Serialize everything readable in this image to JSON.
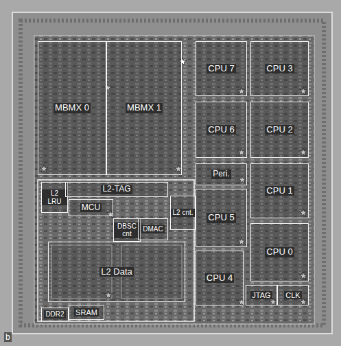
{
  "diagram": {
    "nodes": [
      {
        "text": [
          "MBMX 0"
        ]
      },
      {
        "text": [
          "MBMX 1"
        ]
      },
      {
        "text": [
          "CPU 7"
        ]
      },
      {
        "text": [
          "CPU 3"
        ]
      },
      {
        "text": [
          "CPU 6"
        ]
      },
      {
        "text": [
          "CPU 2"
        ]
      },
      {
        "text": [
          "Peri."
        ]
      },
      {
        "text": [
          "CPU 1"
        ]
      },
      {
        "text": [
          "L2 LRU"
        ]
      },
      {
        "text": [
          "L2-TAG"
        ]
      },
      {
        "text": [
          "L2 cnt."
        ]
      },
      {
        "text": [
          "MCU"
        ]
      },
      {
        "text": [
          "DBSC cnt"
        ]
      },
      {
        "text": [
          "DMAC"
        ]
      },
      {
        "text": [
          "CPU 5"
        ]
      },
      {
        "text": [
          "CPU 0"
        ]
      },
      {
        "text": [
          "L2 Data"
        ]
      },
      {
        "text": [
          "CPU 4"
        ]
      },
      {
        "text": [
          "DDR2"
        ]
      },
      {
        "text": [
          "SRAM"
        ]
      },
      {
        "text": [
          "JTAG"
        ]
      },
      {
        "text": [
          "CLK"
        ]
      }
    ],
    "labels": [
      "b"
    ]
  }
}
